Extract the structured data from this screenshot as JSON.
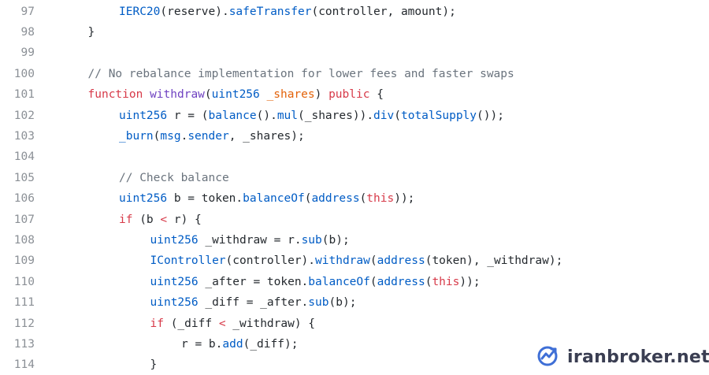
{
  "watermark": {
    "text": "iranbroker.net",
    "logo_icon": "chart-growth-icon",
    "logo_color": "#3f6fd6"
  },
  "theme": {
    "comment": "#6a737d",
    "keyword": "#d73a49",
    "function": "#6f42c1",
    "type": "#005cc5",
    "variable": "#e36209",
    "plain": "#24292e",
    "line_number": "#8b9096"
  },
  "lines": [
    {
      "n": "97",
      "indent": 2,
      "tokens": [
        [
          "IERC20",
          "met"
        ],
        [
          "(reserve).",
          "pl"
        ],
        [
          "safeTransfer",
          "met"
        ],
        [
          "(controller, amount);",
          "pl"
        ]
      ]
    },
    {
      "n": "98",
      "indent": 1,
      "tokens": [
        [
          "}",
          "pl"
        ]
      ]
    },
    {
      "n": "99",
      "indent": 0,
      "tokens": []
    },
    {
      "n": "100",
      "indent": 1,
      "tokens": [
        [
          "// No rebalance implementation for lower fees and faster swaps",
          "com"
        ]
      ]
    },
    {
      "n": "101",
      "indent": 1,
      "tokens": [
        [
          "function ",
          "kw"
        ],
        [
          "withdraw",
          "fn"
        ],
        [
          "(",
          "pl"
        ],
        [
          "uint256 ",
          "ty"
        ],
        [
          "_shares",
          "var"
        ],
        [
          ") ",
          "pl"
        ],
        [
          "public",
          "kw"
        ],
        [
          " {",
          "pl"
        ]
      ]
    },
    {
      "n": "102",
      "indent": 2,
      "tokens": [
        [
          "uint256",
          "ty"
        ],
        [
          " r = (",
          "pl"
        ],
        [
          "balance",
          "met"
        ],
        [
          "().",
          "pl"
        ],
        [
          "mul",
          "met"
        ],
        [
          "(_shares)).",
          "pl"
        ],
        [
          "div",
          "met"
        ],
        [
          "(",
          "pl"
        ],
        [
          "totalSupply",
          "met"
        ],
        [
          "());",
          "pl"
        ]
      ]
    },
    {
      "n": "103",
      "indent": 2,
      "tokens": [
        [
          "_burn",
          "met"
        ],
        [
          "(",
          "pl"
        ],
        [
          "msg",
          "met"
        ],
        [
          ".",
          "pl"
        ],
        [
          "sender",
          "met"
        ],
        [
          ", _shares);",
          "pl"
        ]
      ]
    },
    {
      "n": "104",
      "indent": 0,
      "tokens": []
    },
    {
      "n": "105",
      "indent": 2,
      "tokens": [
        [
          "// Check balance",
          "com"
        ]
      ]
    },
    {
      "n": "106",
      "indent": 2,
      "tokens": [
        [
          "uint256",
          "ty"
        ],
        [
          " b = token.",
          "pl"
        ],
        [
          "balanceOf",
          "met"
        ],
        [
          "(",
          "pl"
        ],
        [
          "address",
          "met"
        ],
        [
          "(",
          "pl"
        ],
        [
          "this",
          "kw"
        ],
        [
          "));",
          "pl"
        ]
      ]
    },
    {
      "n": "107",
      "indent": 2,
      "tokens": [
        [
          "if",
          "kw"
        ],
        [
          " (b ",
          "pl"
        ],
        [
          "<",
          "kw"
        ],
        [
          " r) {",
          "pl"
        ]
      ]
    },
    {
      "n": "108",
      "indent": 3,
      "tokens": [
        [
          "uint256",
          "ty"
        ],
        [
          " _withdraw = r.",
          "pl"
        ],
        [
          "sub",
          "met"
        ],
        [
          "(b);",
          "pl"
        ]
      ]
    },
    {
      "n": "109",
      "indent": 3,
      "tokens": [
        [
          "IController",
          "met"
        ],
        [
          "(controller).",
          "pl"
        ],
        [
          "withdraw",
          "met"
        ],
        [
          "(",
          "pl"
        ],
        [
          "address",
          "met"
        ],
        [
          "(token), _withdraw);",
          "pl"
        ]
      ]
    },
    {
      "n": "110",
      "indent": 3,
      "tokens": [
        [
          "uint256",
          "ty"
        ],
        [
          " _after = token.",
          "pl"
        ],
        [
          "balanceOf",
          "met"
        ],
        [
          "(",
          "pl"
        ],
        [
          "address",
          "met"
        ],
        [
          "(",
          "pl"
        ],
        [
          "this",
          "kw"
        ],
        [
          "));",
          "pl"
        ]
      ]
    },
    {
      "n": "111",
      "indent": 3,
      "tokens": [
        [
          "uint256",
          "ty"
        ],
        [
          " _diff = _after.",
          "pl"
        ],
        [
          "sub",
          "met"
        ],
        [
          "(b);",
          "pl"
        ]
      ]
    },
    {
      "n": "112",
      "indent": 3,
      "tokens": [
        [
          "if",
          "kw"
        ],
        [
          " (_diff ",
          "pl"
        ],
        [
          "<",
          "kw"
        ],
        [
          " _withdraw) {",
          "pl"
        ]
      ]
    },
    {
      "n": "113",
      "indent": 4,
      "tokens": [
        [
          "r = b.",
          "pl"
        ],
        [
          "add",
          "met"
        ],
        [
          "(_diff);",
          "pl"
        ]
      ]
    },
    {
      "n": "114",
      "indent": 3,
      "tokens": [
        [
          "}",
          "pl"
        ]
      ]
    }
  ]
}
